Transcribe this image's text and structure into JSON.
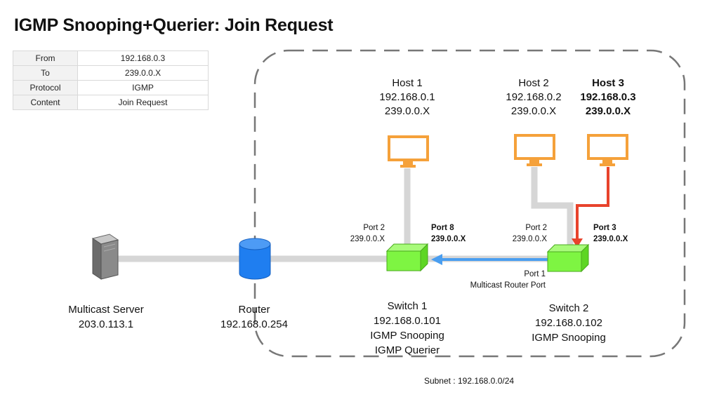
{
  "title": "IGMP Snooping+Querier: Join Request",
  "packet": {
    "rows": [
      {
        "key": "From",
        "value": "192.168.0.3"
      },
      {
        "key": "To",
        "value": "239.0.0.X"
      },
      {
        "key": "Protocol",
        "value": "IGMP"
      },
      {
        "key": "Content",
        "value": "Join Request"
      }
    ]
  },
  "hosts": [
    {
      "name": "Host 1",
      "ip": "192.168.0.1",
      "group": "239.0.0.X"
    },
    {
      "name": "Host 2",
      "ip": "192.168.0.2",
      "group": "239.0.0.X"
    },
    {
      "name": "Host 3",
      "ip": "192.168.0.3",
      "group": "239.0.0.X"
    }
  ],
  "switch1": {
    "name": "Switch 1",
    "ip": "192.168.0.101",
    "role1": "IGMP Snooping",
    "role2": "IGMP Querier",
    "port2_label": "Port 2",
    "port2_group": "239.0.0.X",
    "port8_label": "Port 8",
    "port8_group": "239.0.0.X"
  },
  "switch2": {
    "name": "Switch 2",
    "ip": "192.168.0.102",
    "role1": "IGMP Snooping",
    "port2_label": "Port 2",
    "port2_group": "239.0.0.X",
    "port3_label": "Port 3",
    "port3_group": "239.0.0.X",
    "port1_label": "Port 1",
    "port1_desc": "Multicast Router Port"
  },
  "router": {
    "name": "Router",
    "ip": "192.168.0.254"
  },
  "server": {
    "name": "Multicast Server",
    "ip": "203.0.113.1"
  },
  "subnet": "Subnet : 192.168.0.0/24",
  "colors": {
    "host": "#f5a13a",
    "switch": "#7ef542",
    "router": "#1f7ef0",
    "server": "#8a8a8a",
    "cable": "#d6d6d6",
    "join_path": "#e8432c",
    "query_path": "#4a9ef0",
    "subnet_border": "#777777"
  }
}
